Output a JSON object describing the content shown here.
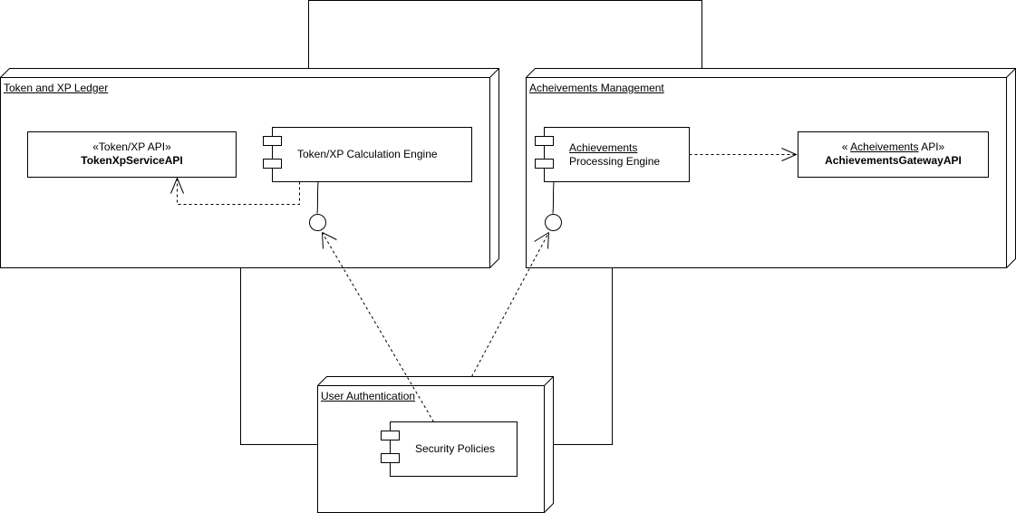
{
  "diagram": {
    "nodes": {
      "ledger": {
        "title": "Token and XP Ledger"
      },
      "achievements": {
        "title": "Acheivements Management"
      },
      "auth": {
        "title": "User Authentication"
      }
    },
    "components": {
      "token_api": {
        "stereotype": "«Token/XP API»",
        "name": "TokenXpServiceAPI"
      },
      "calc_engine": {
        "name": "Token/XP Calculation Engine"
      },
      "ach_engine": {
        "name_line1": "Achievements",
        "name_line2": "Processing Engine"
      },
      "ach_api": {
        "stereo_open": "« ",
        "stereo_word": "Acheivements",
        "stereo_close": " API»",
        "name": "AchievementsGatewayAPI"
      },
      "security": {
        "name": "Security Policies"
      }
    }
  }
}
